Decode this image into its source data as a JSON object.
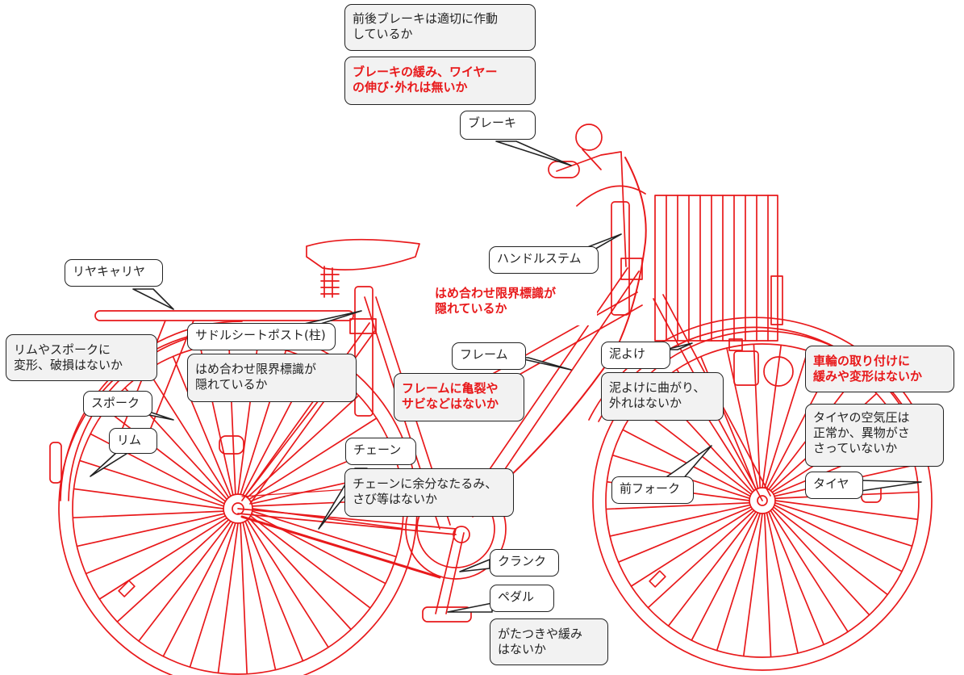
{
  "accent_color": "#e8191b",
  "labels": {
    "brake": "ブレーキ",
    "handle_stem": "ハンドルステム",
    "rear_carrier": "リヤキャリヤ",
    "saddle_post": "サドルシートポスト(柱)",
    "frame": "フレーム",
    "spoke": "スポーク",
    "rim": "リム",
    "chain": "チェーン",
    "fender": "泥よけ",
    "front_fork": "前フォーク",
    "tire": "タイヤ",
    "crank": "クランク",
    "pedal": "ペダル"
  },
  "notes": {
    "brake_check": "前後ブレーキは適切に作動\nしているか",
    "brake_wire": "ブレーキの緩み、ワイヤー\nの伸び･外れは無いか",
    "stem_mark": "はめ合わせ限界標識が\n隠れているか",
    "rim_spoke": "リムやスポークに\n変形、破損はないか",
    "post_mark": "はめ合わせ限界標識が\n隠れているか",
    "frame_crack": "フレームに亀裂や\nサビなどはないか",
    "fender_bend": "泥よけに曲がり、\n外れはないか",
    "wheel_mount": "車輪の取り付けに\n緩みや変形はないか",
    "tire_pressure": "タイヤの空気圧は\n正常か、異物がさ\nさっていないか",
    "chain_slack": "チェーンに余分なたるみ、\nさび等はないか",
    "pedal_play": "がたつきや緩み\nはないか"
  }
}
